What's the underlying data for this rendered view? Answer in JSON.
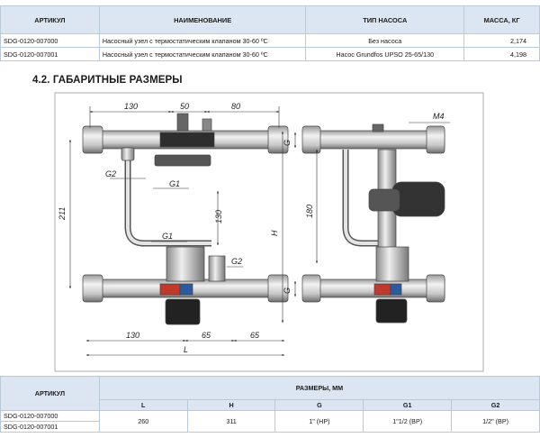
{
  "products_table": {
    "headers": [
      "АРТИКУЛ",
      "НАИМЕНОВАНИЕ",
      "ТИП НАСОСА",
      "МАССА, КГ"
    ],
    "rows": [
      [
        "SDG-0120-007000",
        "Насосный узел с термостатическим клапаном 30-60 ºС",
        "Без насоса",
        "2,174"
      ],
      [
        "SDG-0120-007001",
        "Насосный узел с термостатическим клапаном 30-60 ºС",
        "Насос Grundfos UPSO 25-65/130",
        "4,198"
      ]
    ]
  },
  "section_title": "4.2. ГАБАРИТНЫЕ РАЗМЕРЫ",
  "drawing": {
    "dim_130_top": "130",
    "dim_50": "50",
    "dim_80": "80",
    "dim_m4": "M4",
    "g2_left": "G2",
    "g1_upper": "G1",
    "dim_211": "211",
    "dim_130_vert": "130",
    "g1_lower": "G1",
    "g2_lower": "G2",
    "dim_130_bottom": "130",
    "dim_65_a": "65",
    "dim_65_b": "65",
    "dim_L": "L",
    "g_upper": "G",
    "dim_180": "180",
    "dim_H": "H",
    "g_lower": "G",
    "colors": {
      "line": "#333333",
      "metal_light": "#d8d8d8",
      "metal_dark": "#7a7a7a",
      "pump": "#3a3a3a",
      "handle": "#222222",
      "accent_red": "#c0392b",
      "accent_blue": "#2b5aa0"
    }
  },
  "sizes_table": {
    "col_article": "АРТИКУЛ",
    "group_header": "РАЗМЕРЫ, ММ",
    "columns": [
      "L",
      "H",
      "G",
      "G1",
      "G2"
    ],
    "articles": [
      "SDG-0120-007000",
      "SDG-0120-007001"
    ],
    "values": [
      "260",
      "311",
      "1\" (НР)",
      "1\"1/2 (ВР)",
      "1/2\" (ВР)"
    ]
  }
}
